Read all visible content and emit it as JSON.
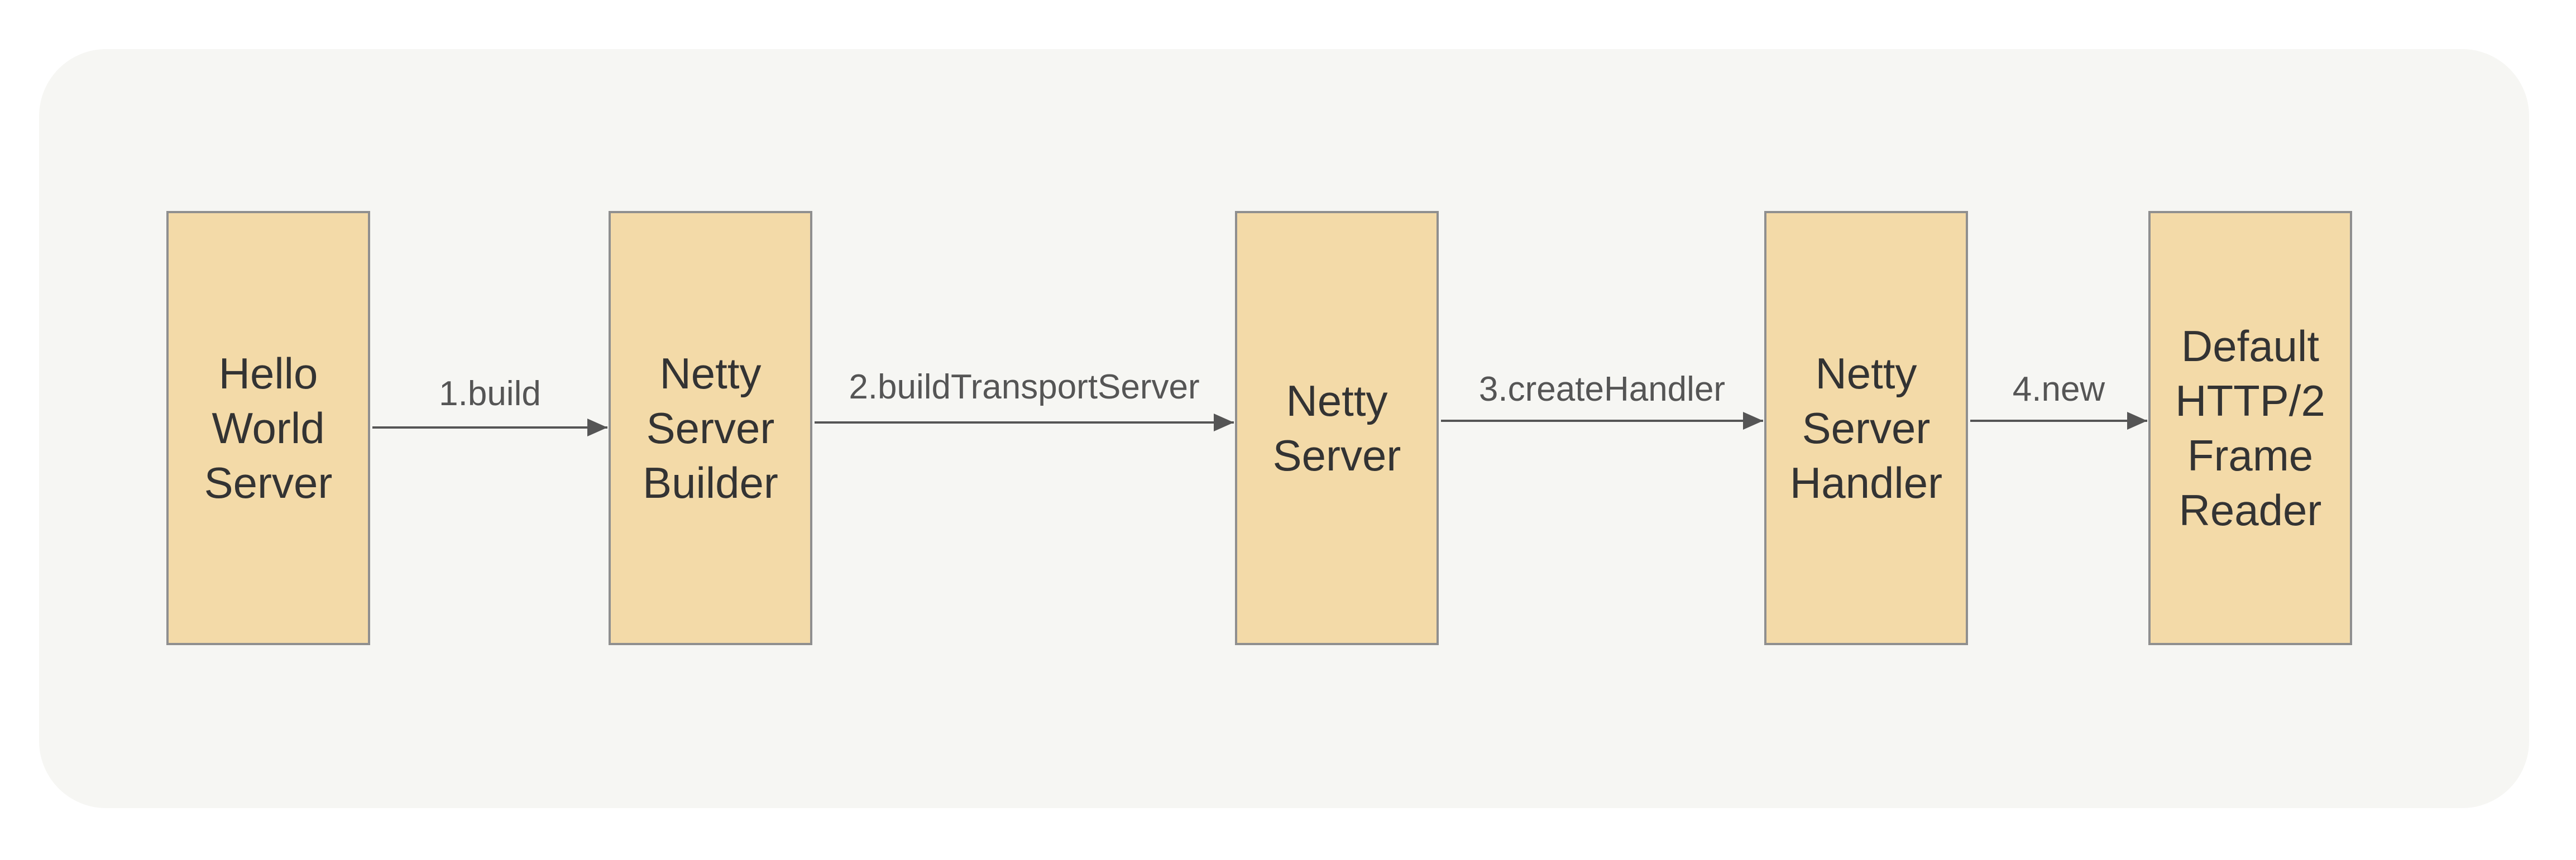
{
  "diagram": {
    "nodes": [
      {
        "id": "hello-world-server",
        "label": "Hello\nWorld\nServer"
      },
      {
        "id": "netty-server-builder",
        "label": "Netty\nServer\nBuilder"
      },
      {
        "id": "netty-server",
        "label": "Netty\nServer"
      },
      {
        "id": "netty-server-handler",
        "label": "Netty\nServer\nHandler"
      },
      {
        "id": "default-http2-frame-reader",
        "label": "Default\nHTTP/2\nFrame\nReader"
      }
    ],
    "edges": [
      {
        "from": "hello-world-server",
        "to": "netty-server-builder",
        "label": "1.build"
      },
      {
        "from": "netty-server-builder",
        "to": "netty-server",
        "label": "2.buildTransportServer"
      },
      {
        "from": "netty-server",
        "to": "netty-server-handler",
        "label": "3.createHandler"
      },
      {
        "from": "netty-server-handler",
        "to": "default-http2-frame-reader",
        "label": "4.new"
      }
    ]
  }
}
